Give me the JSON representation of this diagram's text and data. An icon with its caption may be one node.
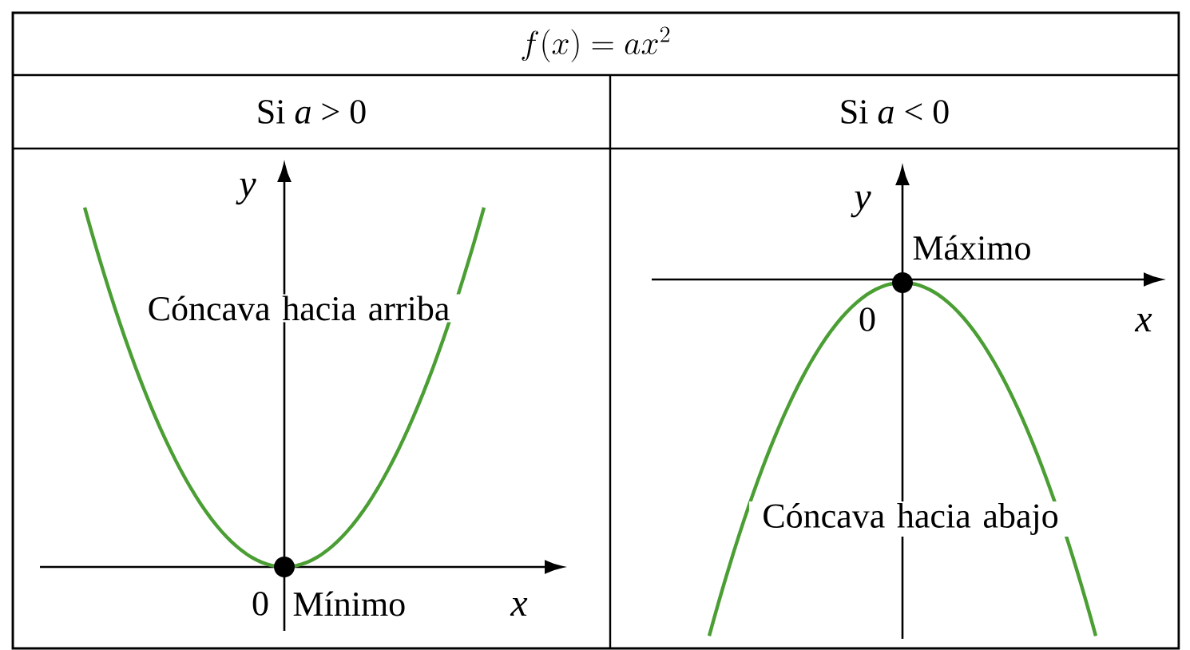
{
  "diagram": {
    "title": "f(x) = ax^2",
    "labels": [
      "Si *a* > 0",
      "Si *a* < 0",
      "y",
      "Cóncava hacia arriba",
      "0",
      "Mínimo",
      "x",
      "y",
      "Máximo",
      "0",
      "x",
      "Cóncava hacia abajo"
    ]
  }
}
